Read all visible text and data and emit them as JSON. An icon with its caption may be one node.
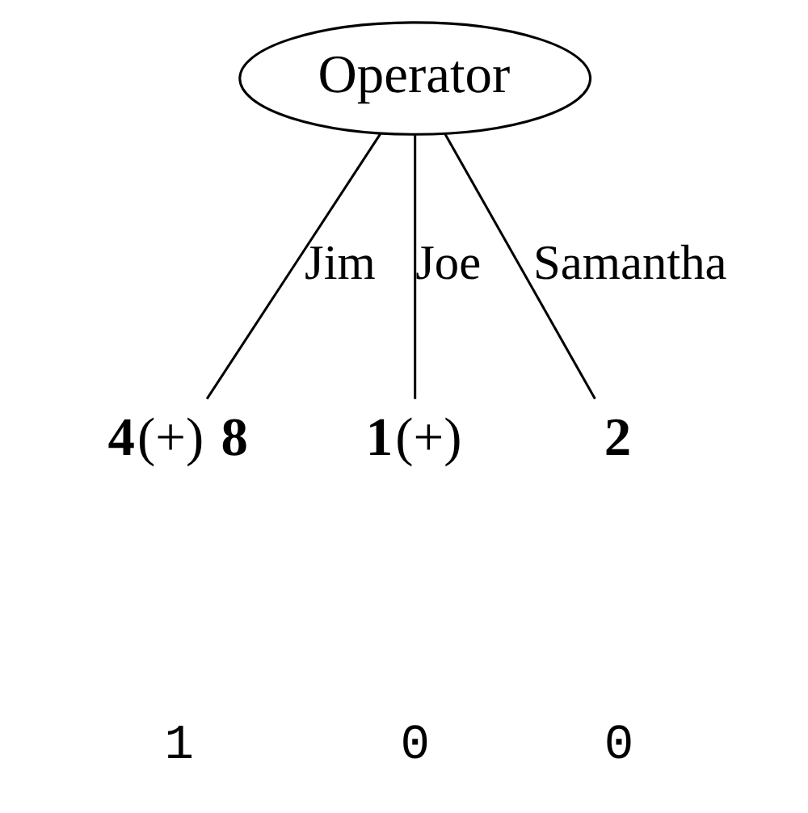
{
  "diagram": {
    "nodes": [
      {
        "text": [
          "Operator"
        ]
      },
      {
        "text": [
          "**4**(+) **8**"
        ]
      },
      {
        "text": [
          "**1**(+)"
        ]
      },
      {
        "text": [
          "**2**"
        ]
      }
    ],
    "edges": [
      {
        "from": 0,
        "to": 1,
        "arrow": "none",
        "label": "Jim"
      },
      {
        "from": 0,
        "to": 2,
        "arrow": "none",
        "label": "Joe"
      },
      {
        "from": 0,
        "to": 3,
        "arrow": "none",
        "label": "Samantha"
      }
    ],
    "labels": [
      "1",
      "0",
      "0"
    ]
  }
}
